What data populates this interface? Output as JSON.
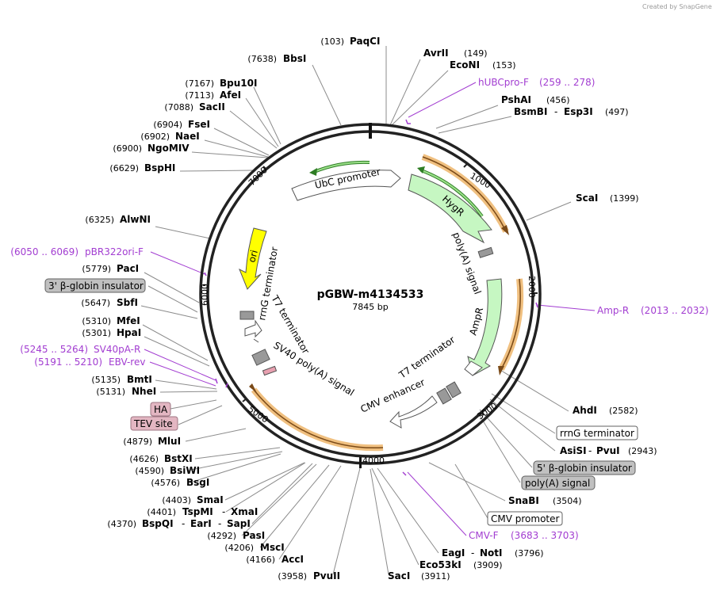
{
  "watermark": "Created by SnapGene",
  "plasmid": {
    "name": "pGBW-m4134533",
    "length_label": "7845 bp",
    "length": 7845
  },
  "ticks": [
    "1000",
    "2000",
    "3000",
    "4000",
    "5000",
    "6000",
    "7000"
  ],
  "features": {
    "ubc_promoter": "UbC promoter",
    "hygr": "HygR",
    "polya_signal": "poly(A) signal",
    "ampr": "AmpR",
    "ori": "ori",
    "rrng_terminator": "rrnG terminator",
    "t7_terminator_left": "T7 terminator",
    "sv40_polya": "SV40 poly(A) signal",
    "t7_terminator_right": "T7 terminator",
    "cmv_enhancer": "CMV enhancer"
  },
  "labels": {
    "paqci": {
      "pos": "(103)",
      "name": "PaqCI"
    },
    "bbsi": {
      "pos": "(7638)",
      "name": "BbsI"
    },
    "avrii": {
      "name": "AvrII",
      "pos": "(149)"
    },
    "econi": {
      "name": "EcoNI",
      "pos": "(153)"
    },
    "hubcpro_f": {
      "name": "hUBCpro-F",
      "pos": "(259 .. 278)"
    },
    "pshai": {
      "name": "PshAI",
      "pos": "(456)"
    },
    "bsmbi": {
      "name": "BsmBI",
      "sep": "-",
      "name2": "Esp3I",
      "pos": "(497)"
    },
    "bpu10i": {
      "pos": "(7167)",
      "name": "Bpu10I"
    },
    "afei": {
      "pos": "(7113)",
      "name": "AfeI"
    },
    "sacii": {
      "pos": "(7088)",
      "name": "SacII"
    },
    "fsei": {
      "pos": "(6904)",
      "name": "FseI"
    },
    "naei": {
      "pos": "(6902)",
      "name": "NaeI"
    },
    "ngomiv": {
      "pos": "(6900)",
      "name": "NgoMIV"
    },
    "bsphi": {
      "pos": "(6629)",
      "name": "BspHI"
    },
    "scai": {
      "name": "ScaI",
      "pos": "(1399)"
    },
    "alwni": {
      "pos": "(6325)",
      "name": "AlwNI"
    },
    "pbr322ori_f": {
      "pos": "(6050 .. 6069)",
      "name": "pBR322ori-F"
    },
    "paci": {
      "pos": "(5779)",
      "name": "PacI"
    },
    "globin3": {
      "name": "3' β-globin insulator"
    },
    "sbfi": {
      "pos": "(5647)",
      "name": "SbfI"
    },
    "mfei": {
      "pos": "(5310)",
      "name": "MfeI"
    },
    "hpai": {
      "pos": "(5301)",
      "name": "HpaI"
    },
    "amp_r": {
      "name": "Amp-R",
      "pos": "(2013 .. 2032)"
    },
    "sv40pa_r": {
      "pos": "(5245 .. 5264)",
      "name": "SV40pA-R"
    },
    "ebv_rev": {
      "pos": "(5191 .. 5210)",
      "name": "EBV-rev"
    },
    "bmti": {
      "pos": "(5135)",
      "name": "BmtI"
    },
    "nhei": {
      "pos": "(5131)",
      "name": "NheI"
    },
    "ha": {
      "name": "HA"
    },
    "tev": {
      "name": "TEV site"
    },
    "ahdi": {
      "name": "AhdI",
      "pos": "(2582)"
    },
    "rrng_box": {
      "name": "rrnG terminator"
    },
    "mlui": {
      "pos": "(4879)",
      "name": "MluI"
    },
    "asisi": {
      "name": "AsiSI",
      "sep": "-",
      "name2": "PvuI",
      "pos": "(2943)"
    },
    "bstxi": {
      "pos": "(4626)",
      "name": "BstXI"
    },
    "globin5": {
      "name": "5' β-globin insulator"
    },
    "bsiwi": {
      "pos": "(4590)",
      "name": "BsiWI"
    },
    "bsgi": {
      "pos": "(4576)",
      "name": "BsgI"
    },
    "polya_box": {
      "name": "poly(A) signal"
    },
    "smai": {
      "pos": "(4403)",
      "name": "SmaI"
    },
    "snabi": {
      "name": "SnaBI",
      "pos": "(3504)"
    },
    "tspmi": {
      "pos": "(4401)",
      "name": "TspMI",
      "sep": "-",
      "name2": "XmaI"
    },
    "cmv_box": {
      "name": "CMV promoter"
    },
    "bspqi": {
      "pos": "(4370)",
      "name": "BspQI",
      "sep": "-",
      "name2": "EarI",
      "sep2": "-",
      "name3": "SapI"
    },
    "pasi": {
      "pos": "(4292)",
      "name": "PasI"
    },
    "cmv_f": {
      "name": "CMV-F",
      "pos": "(3683 .. 3703)"
    },
    "msci": {
      "pos": "(4206)",
      "name": "MscI"
    },
    "eagi": {
      "name": "EagI",
      "sep": "-",
      "name2": "NotI",
      "pos": "(3796)"
    },
    "acci": {
      "pos": "(4166)",
      "name": "AccI"
    },
    "eco53ki": {
      "name": "Eco53kI",
      "pos": "(3909)"
    },
    "pvuii": {
      "pos": "(3958)",
      "name": "PvuII"
    },
    "saci": {
      "name": "SacI",
      "pos": "(3911)"
    }
  }
}
